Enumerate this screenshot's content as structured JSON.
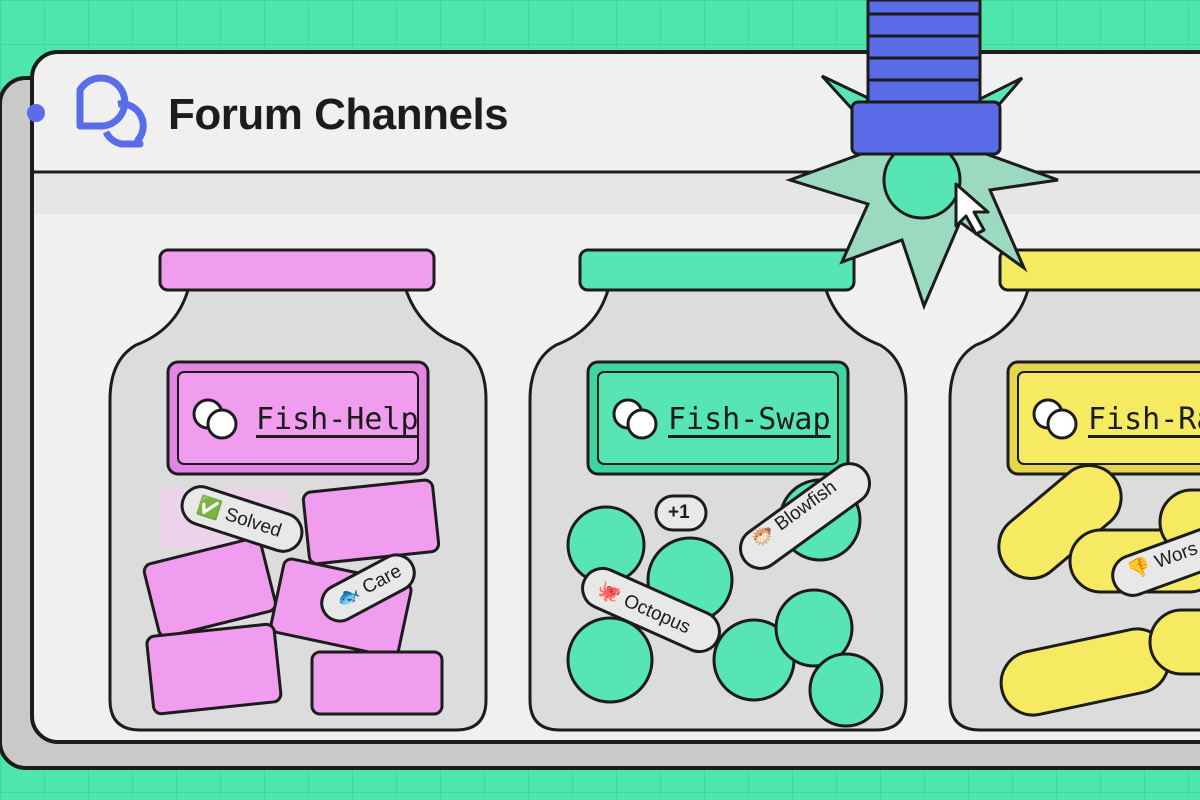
{
  "header": {
    "title": "Forum Channels"
  },
  "jars": [
    {
      "label": "Fish-Help",
      "color": "#f09cef",
      "tags": [
        {
          "emoji": "✅",
          "text": "Solved"
        },
        {
          "emoji": "🐟",
          "text": "Care"
        }
      ]
    },
    {
      "label": "Fish-Swap",
      "color": "#58e5b4",
      "tags": [
        {
          "emoji": "🐡",
          "text": "Blowfish"
        },
        {
          "emoji": "🐙",
          "text": "Octopus"
        }
      ],
      "extra": "+1"
    },
    {
      "label": "Fish-Ran",
      "color": "#f7ea63",
      "tags": [
        {
          "emoji": "👎",
          "text": "Wors"
        }
      ]
    }
  ],
  "colors": {
    "background": "#4fe6ad",
    "window": "#f0f0f0",
    "crane": "#5a6ce8"
  }
}
